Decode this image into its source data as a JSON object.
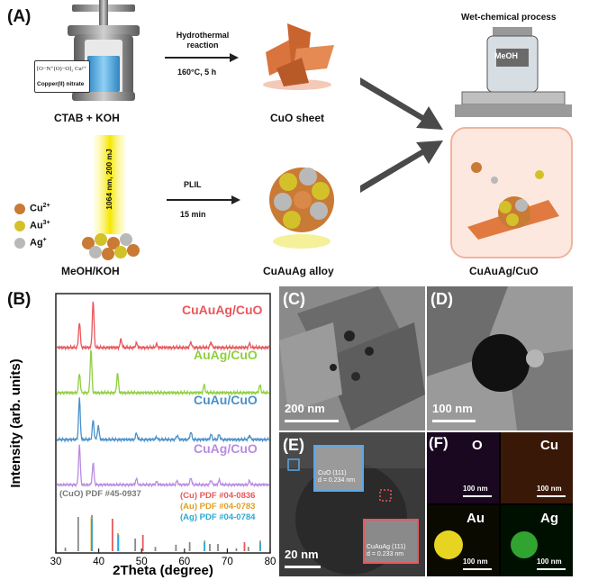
{
  "panel_a": {
    "label": "(A)",
    "hydrothermal": {
      "line1": "Hydrothermal",
      "line2": "reaction",
      "condition": "160°C, 5 h"
    },
    "cu_nitrate_label": "Copper(II) nitrate",
    "cu_nitrate_formula": "[O−N⁺(O)−O]₂ Cu²⁺",
    "ctab_koh": "CTAB + KOH",
    "cuo_sheet": "CuO sheet",
    "wet_chemical": "Wet-chemical process",
    "meoh_bottle": "MeOH",
    "laser": "1064 nm, 200 mJ",
    "ions": [
      {
        "symbol": "Cu",
        "charge": "2+",
        "color": "#c97a34"
      },
      {
        "symbol": "Au",
        "charge": "3+",
        "color": "#d3c12a"
      },
      {
        "symbol": "Ag",
        "charge": "+",
        "color": "#b9b9b9"
      }
    ],
    "plil": "PLIL",
    "plil_time": "15 min",
    "meoh_koh": "MeOH/KOH",
    "alloy": "CuAuAg alloy",
    "product": "CuAuAg/CuO"
  },
  "panel_b": {
    "label": "(B)",
    "ref_cuo": "(CuO) PDF #45-0937",
    "ref_cu": "(Cu) PDF #04-0836",
    "ref_au": "(Au) PDF #04-0783",
    "ref_ag": "(Ag) PDF #04-0784"
  },
  "chart_data": {
    "type": "line",
    "title": "",
    "xlabel": "2Theta (degree)",
    "ylabel": "Intensity (arb. units)",
    "xlim": [
      30,
      80
    ],
    "xticks": [
      "30",
      "40",
      "50",
      "60",
      "70",
      "80"
    ],
    "grid": false,
    "series": [
      {
        "name": "CuAuAg/CuO",
        "color": "#e8575b",
        "peaks": [
          [
            35.5,
            0.55
          ],
          [
            38.7,
            1.0
          ],
          [
            45.2,
            0.18
          ],
          [
            48.8,
            0.1
          ],
          [
            53.5,
            0.07
          ],
          [
            61.5,
            0.12
          ],
          [
            66.2,
            0.12
          ],
          [
            75.2,
            0.08
          ]
        ]
      },
      {
        "name": "AuAg/CuO",
        "color": "#8fcf3f",
        "peaks": [
          [
            35.5,
            0.45
          ],
          [
            38.2,
            1.0
          ],
          [
            44.4,
            0.45
          ],
          [
            64.6,
            0.18
          ],
          [
            77.6,
            0.18
          ]
        ]
      },
      {
        "name": "CuAu/CuO",
        "color": "#4a90c8",
        "peaks": [
          [
            35.5,
            0.95
          ],
          [
            38.7,
            0.45
          ],
          [
            39.9,
            0.32
          ],
          [
            48.8,
            0.15
          ],
          [
            53.5,
            0.06
          ],
          [
            58.3,
            0.1
          ],
          [
            61.5,
            0.18
          ],
          [
            66.2,
            0.12
          ],
          [
            68.1,
            0.12
          ],
          [
            75.2,
            0.1
          ]
        ]
      },
      {
        "name": "CuAg/CuO",
        "color": "#b98be0",
        "peaks": [
          [
            35.5,
            1.0
          ],
          [
            38.7,
            0.55
          ],
          [
            48.8,
            0.15
          ],
          [
            53.5,
            0.08
          ],
          [
            58.3,
            0.1
          ],
          [
            61.5,
            0.18
          ],
          [
            66.2,
            0.12
          ],
          [
            68.1,
            0.12
          ],
          [
            75.2,
            0.1
          ]
        ]
      }
    ],
    "reference_sticks": [
      {
        "name": "CuO",
        "color": "#888888",
        "positions": [
          [
            32.5,
            0.1
          ],
          [
            35.5,
            0.95
          ],
          [
            38.7,
            1.0
          ],
          [
            48.8,
            0.35
          ],
          [
            53.5,
            0.12
          ],
          [
            58.3,
            0.18
          ],
          [
            61.5,
            0.25
          ],
          [
            66.2,
            0.2
          ],
          [
            68.1,
            0.2
          ],
          [
            72.4,
            0.08
          ],
          [
            75.2,
            0.12
          ]
        ]
      },
      {
        "name": "Cu",
        "color": "#e8575b",
        "positions": [
          [
            43.3,
            0.9
          ],
          [
            50.4,
            0.45
          ],
          [
            74.1,
            0.25
          ]
        ]
      },
      {
        "name": "Au",
        "color": "#e0a020",
        "positions": [
          [
            38.2,
            0.95
          ],
          [
            44.4,
            0.5
          ],
          [
            64.6,
            0.3
          ],
          [
            77.6,
            0.3
          ]
        ]
      },
      {
        "name": "Ag",
        "color": "#2aa9d8",
        "positions": [
          [
            38.1,
            0.9
          ],
          [
            44.3,
            0.45
          ],
          [
            64.4,
            0.25
          ],
          [
            77.4,
            0.25
          ]
        ]
      }
    ]
  },
  "panel_c": {
    "label": "(C)",
    "scale": "200 nm"
  },
  "panel_d": {
    "label": "(D)",
    "scale": "100 nm"
  },
  "panel_e": {
    "label": "(E)",
    "scale": "20 nm",
    "cuo_plane": "CuO (111)",
    "cuo_d": "d = 0.234 nm",
    "alloy_plane": "CuAuAg (111)",
    "alloy_d": "d = 0.233 nm"
  },
  "panel_f": {
    "label": "(F)",
    "maps": [
      {
        "element": "O",
        "scale": "100 nm",
        "color": "#b03cc8"
      },
      {
        "element": "Cu",
        "scale": "100 nm",
        "color": "#d36a2a"
      },
      {
        "element": "Au",
        "scale": "100 nm",
        "color": "#e6d420"
      },
      {
        "element": "Ag",
        "scale": "100 nm",
        "color": "#3cc83c"
      }
    ]
  }
}
